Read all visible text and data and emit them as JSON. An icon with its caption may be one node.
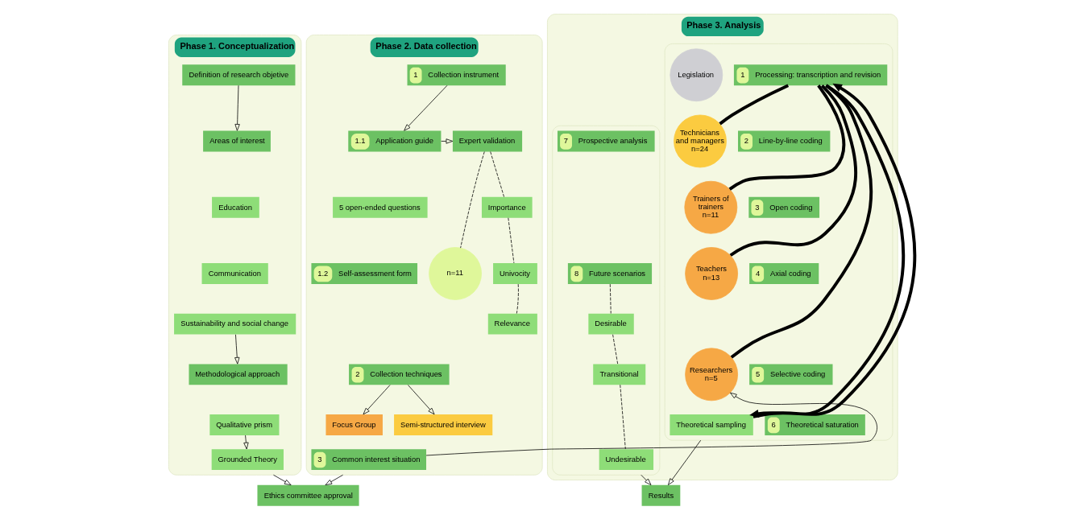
{
  "diagram": {
    "nodes": [
      {
        "text": [
          "Phase 1. Conceptualization"
        ]
      },
      {
        "text": [
          "Definition of research objetive"
        ],
        "in": 0
      },
      {
        "text": [
          "Areas of interest"
        ],
        "in": 0
      },
      {
        "text": [
          "Education"
        ],
        "in": 0
      },
      {
        "text": [
          "Communication"
        ],
        "in": 0
      },
      {
        "text": [
          "Sustainability and social change"
        ],
        "in": 0
      },
      {
        "text": [
          "Methodological approach"
        ],
        "in": 0
      },
      {
        "text": [
          "Qualitative prism"
        ],
        "in": 0
      },
      {
        "text": [
          "Grounded Theory"
        ],
        "in": 0
      },
      {
        "text": [
          "Phase 2. Data collection"
        ]
      },
      {
        "text": [
          "1",
          "Collection instrument"
        ],
        "in": 9
      },
      {
        "text": [
          "1.1",
          "Application guide"
        ],
        "in": 9
      },
      {
        "text": [
          "5 open-ended questions"
        ],
        "in": 9
      },
      {
        "text": [
          "1.2",
          "Self-assessment form"
        ],
        "in": 9
      },
      {
        "text": [
          "Expert validation"
        ],
        "in": 9
      },
      {
        "text": [
          "Importance"
        ],
        "in": 9
      },
      {
        "text": [
          "Univocity"
        ],
        "in": 9
      },
      {
        "text": [
          "Relevance"
        ],
        "in": 9
      },
      {
        "text": [
          "n=11"
        ],
        "in": 9
      },
      {
        "text": [
          "2",
          "Collection techniques"
        ],
        "in": 9
      },
      {
        "text": [
          "Focus Group"
        ],
        "in": 9
      },
      {
        "text": [
          "Semi-structured interview"
        ],
        "in": 9
      },
      {
        "text": [
          "3",
          "Common interest situation"
        ],
        "in": 9
      },
      {
        "text": [
          "Phase 3. Analysis"
        ]
      },
      {
        "text": [],
        "shape": "box",
        "in": 23
      },
      {
        "text": [],
        "shape": "box",
        "in": 23
      },
      {
        "text": [
          "Legislation"
        ],
        "in": 24
      },
      {
        "text": [
          "Technicians and managers",
          "n=24"
        ],
        "in": 24
      },
      {
        "text": [
          "Trainers of trainers",
          "n=11"
        ],
        "in": 24
      },
      {
        "text": [
          "Teachers",
          "n=13"
        ],
        "in": 24
      },
      {
        "text": [
          "Researchers",
          "n=5"
        ],
        "in": 24
      },
      {
        "text": [
          "1",
          "Processing: transcription and revision"
        ],
        "in": 24
      },
      {
        "text": [
          "2",
          "Line-by-line coding"
        ],
        "in": 24
      },
      {
        "text": [
          "3",
          "Open coding"
        ],
        "in": 24
      },
      {
        "text": [
          "4",
          "Axial coding"
        ],
        "in": 24
      },
      {
        "text": [
          "5",
          "Selective coding"
        ],
        "in": 24
      },
      {
        "text": [
          "6",
          "Theoretical saturation"
        ],
        "in": 24
      },
      {
        "text": [
          "Theoretical sampling"
        ],
        "in": 24
      },
      {
        "text": [
          "7",
          "Prospective analysis"
        ],
        "in": 25
      },
      {
        "text": [
          "8",
          "Future scenarios"
        ],
        "in": 25
      },
      {
        "text": [
          "Desirable"
        ],
        "in": 25
      },
      {
        "text": [
          "Transitional"
        ],
        "in": 25
      },
      {
        "text": [
          "Undesirable"
        ],
        "in": 25
      },
      {
        "text": [
          "Ethics committee approval"
        ]
      },
      {
        "text": [
          "Results"
        ]
      }
    ],
    "edges": [
      {
        "from": 1,
        "to": 2,
        "arrow": "to"
      },
      {
        "from": 5,
        "to": 6,
        "arrow": "to"
      },
      {
        "from": 7,
        "to": 8,
        "arrow": "to"
      },
      {
        "from": 10,
        "to": 11,
        "arrow": "to"
      },
      {
        "from": 11,
        "to": 14,
        "arrow": "to"
      },
      {
        "from": 14,
        "to": 15,
        "arrow": "none",
        "style": "dashed"
      },
      {
        "from": 15,
        "to": 16,
        "arrow": "none",
        "style": "dashed"
      },
      {
        "from": 16,
        "to": 17,
        "arrow": "none",
        "style": "dashed"
      },
      {
        "from": 14,
        "to": 18,
        "arrow": "none",
        "style": "dashed"
      },
      {
        "from": 19,
        "to": 20,
        "arrow": "to"
      },
      {
        "from": 19,
        "to": 21,
        "arrow": "to"
      },
      {
        "from": 22,
        "to": 30,
        "arrow": "to"
      },
      {
        "from": 37,
        "to": 31,
        "arrow": "to",
        "style": "thick"
      },
      {
        "from": 31,
        "to": 37,
        "arrow": "to",
        "style": "thick"
      },
      {
        "from": 27,
        "to": 31,
        "arrow": "none",
        "style": "thick"
      },
      {
        "from": 28,
        "to": 31,
        "arrow": "none",
        "style": "thick"
      },
      {
        "from": 29,
        "to": 31,
        "arrow": "none",
        "style": "thick"
      },
      {
        "from": 30,
        "to": 31,
        "arrow": "none",
        "style": "thick"
      },
      {
        "from": 39,
        "to": 40,
        "arrow": "none",
        "style": "dashed"
      },
      {
        "from": 40,
        "to": 41,
        "arrow": "none",
        "style": "dashed"
      },
      {
        "from": 41,
        "to": 42,
        "arrow": "none",
        "style": "dashed"
      },
      {
        "from": 0,
        "to": 43,
        "arrow": "to"
      },
      {
        "from": 9,
        "to": 43,
        "arrow": "to"
      },
      {
        "from": 24,
        "to": 44,
        "arrow": "to"
      },
      {
        "from": 25,
        "to": 44,
        "arrow": "to"
      }
    ]
  }
}
